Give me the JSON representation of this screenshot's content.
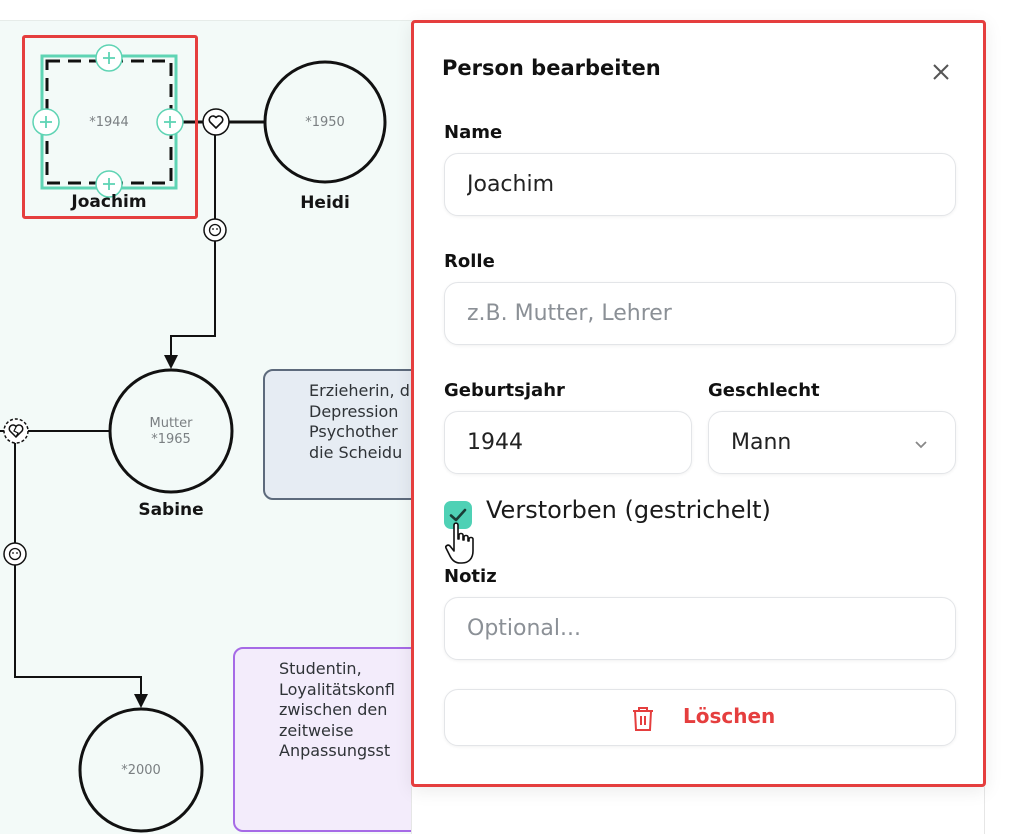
{
  "canvas": {
    "persons": [
      {
        "name": "Joachim",
        "year": "*1944"
      },
      {
        "name": "Heidi",
        "year": "*1950"
      },
      {
        "name": "Sabine",
        "role": "Mutter",
        "year": "*1965"
      },
      {
        "name": "",
        "year": "*2000"
      }
    ],
    "notes": [
      {
        "lines": [
          "Erzieherin, d",
          "Depression",
          "Psychother",
          "die Scheidu"
        ],
        "icon": "lightbulb-icon"
      },
      {
        "lines": [
          "Studentin,",
          "Loyalitätskonfl",
          "zwischen den",
          "zeitweise",
          "Anpassungsst"
        ],
        "icon": "alert-circle-icon"
      }
    ]
  },
  "panel": {
    "title": "Person bearbeiten",
    "name_label": "Name",
    "name_value": "Joachim",
    "role_label": "Rolle",
    "role_placeholder": "z.B. Mutter, Lehrer",
    "birth_label": "Geburtsjahr",
    "birth_value": "1944",
    "gender_label": "Geschlecht",
    "gender_value": "Mann",
    "deceased_label": "Verstorben (gestrichelt)",
    "deceased_checked": true,
    "note_label": "Notiz",
    "note_placeholder": "Optional...",
    "delete_label": "Löschen"
  },
  "colors": {
    "accent": "#4fd1b5",
    "danger": "#e53e3e",
    "canvas_bg": "#f3faf8"
  }
}
